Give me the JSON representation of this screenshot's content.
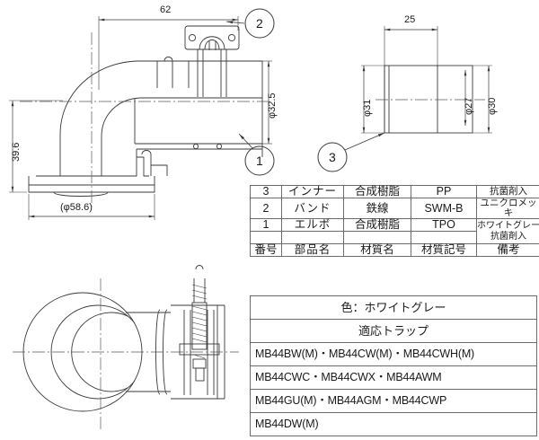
{
  "dimensions": {
    "main_width": "62",
    "main_height": "39.6",
    "flange_dia": "(φ58.6)",
    "hose_dia": "φ32.5",
    "inner_len": "25",
    "inner_od_left": "φ31",
    "inner_id": "φ27",
    "inner_od_right": "φ30"
  },
  "callouts": {
    "one": "1",
    "two": "2",
    "three": "3"
  },
  "parts_table": {
    "headers": {
      "no": "番号",
      "part_name": "部品名",
      "material_name": "材質名",
      "material_code": "材質記号",
      "remarks": "備考"
    },
    "rows": [
      {
        "no": "3",
        "part_name": "インナー",
        "material_name": "合成樹脂",
        "material_code": "PP",
        "remarks": "抗菌剤入"
      },
      {
        "no": "2",
        "part_name": "バンド",
        "material_name": "鉄線",
        "material_code": "SWM-B",
        "remarks": "ユニクロメッキ"
      },
      {
        "no": "1",
        "part_name": "エルボ",
        "material_name": "合成樹脂",
        "material_code": "TPO",
        "remarks_line1": "ホワイトグレー",
        "remarks_line2": "抗菌剤入"
      }
    ]
  },
  "trap_table": {
    "color_row": "色：ホワイトグレー",
    "header": "適応トラップ",
    "rows": [
      "MB44BW(M)・MB44CW(M)・MB44CWH(M)",
      "MB44CWC・MB44CWX・MB44AWM",
      "MB44GU(M)・MB44AGM・MB44CWP",
      "MB44DW(M)"
    ]
  },
  "colors": {
    "line": "#3a3a3a",
    "thin_line": "#5a5a5a",
    "table_border": "#6b6b6b",
    "text": "#1a1a1a"
  }
}
